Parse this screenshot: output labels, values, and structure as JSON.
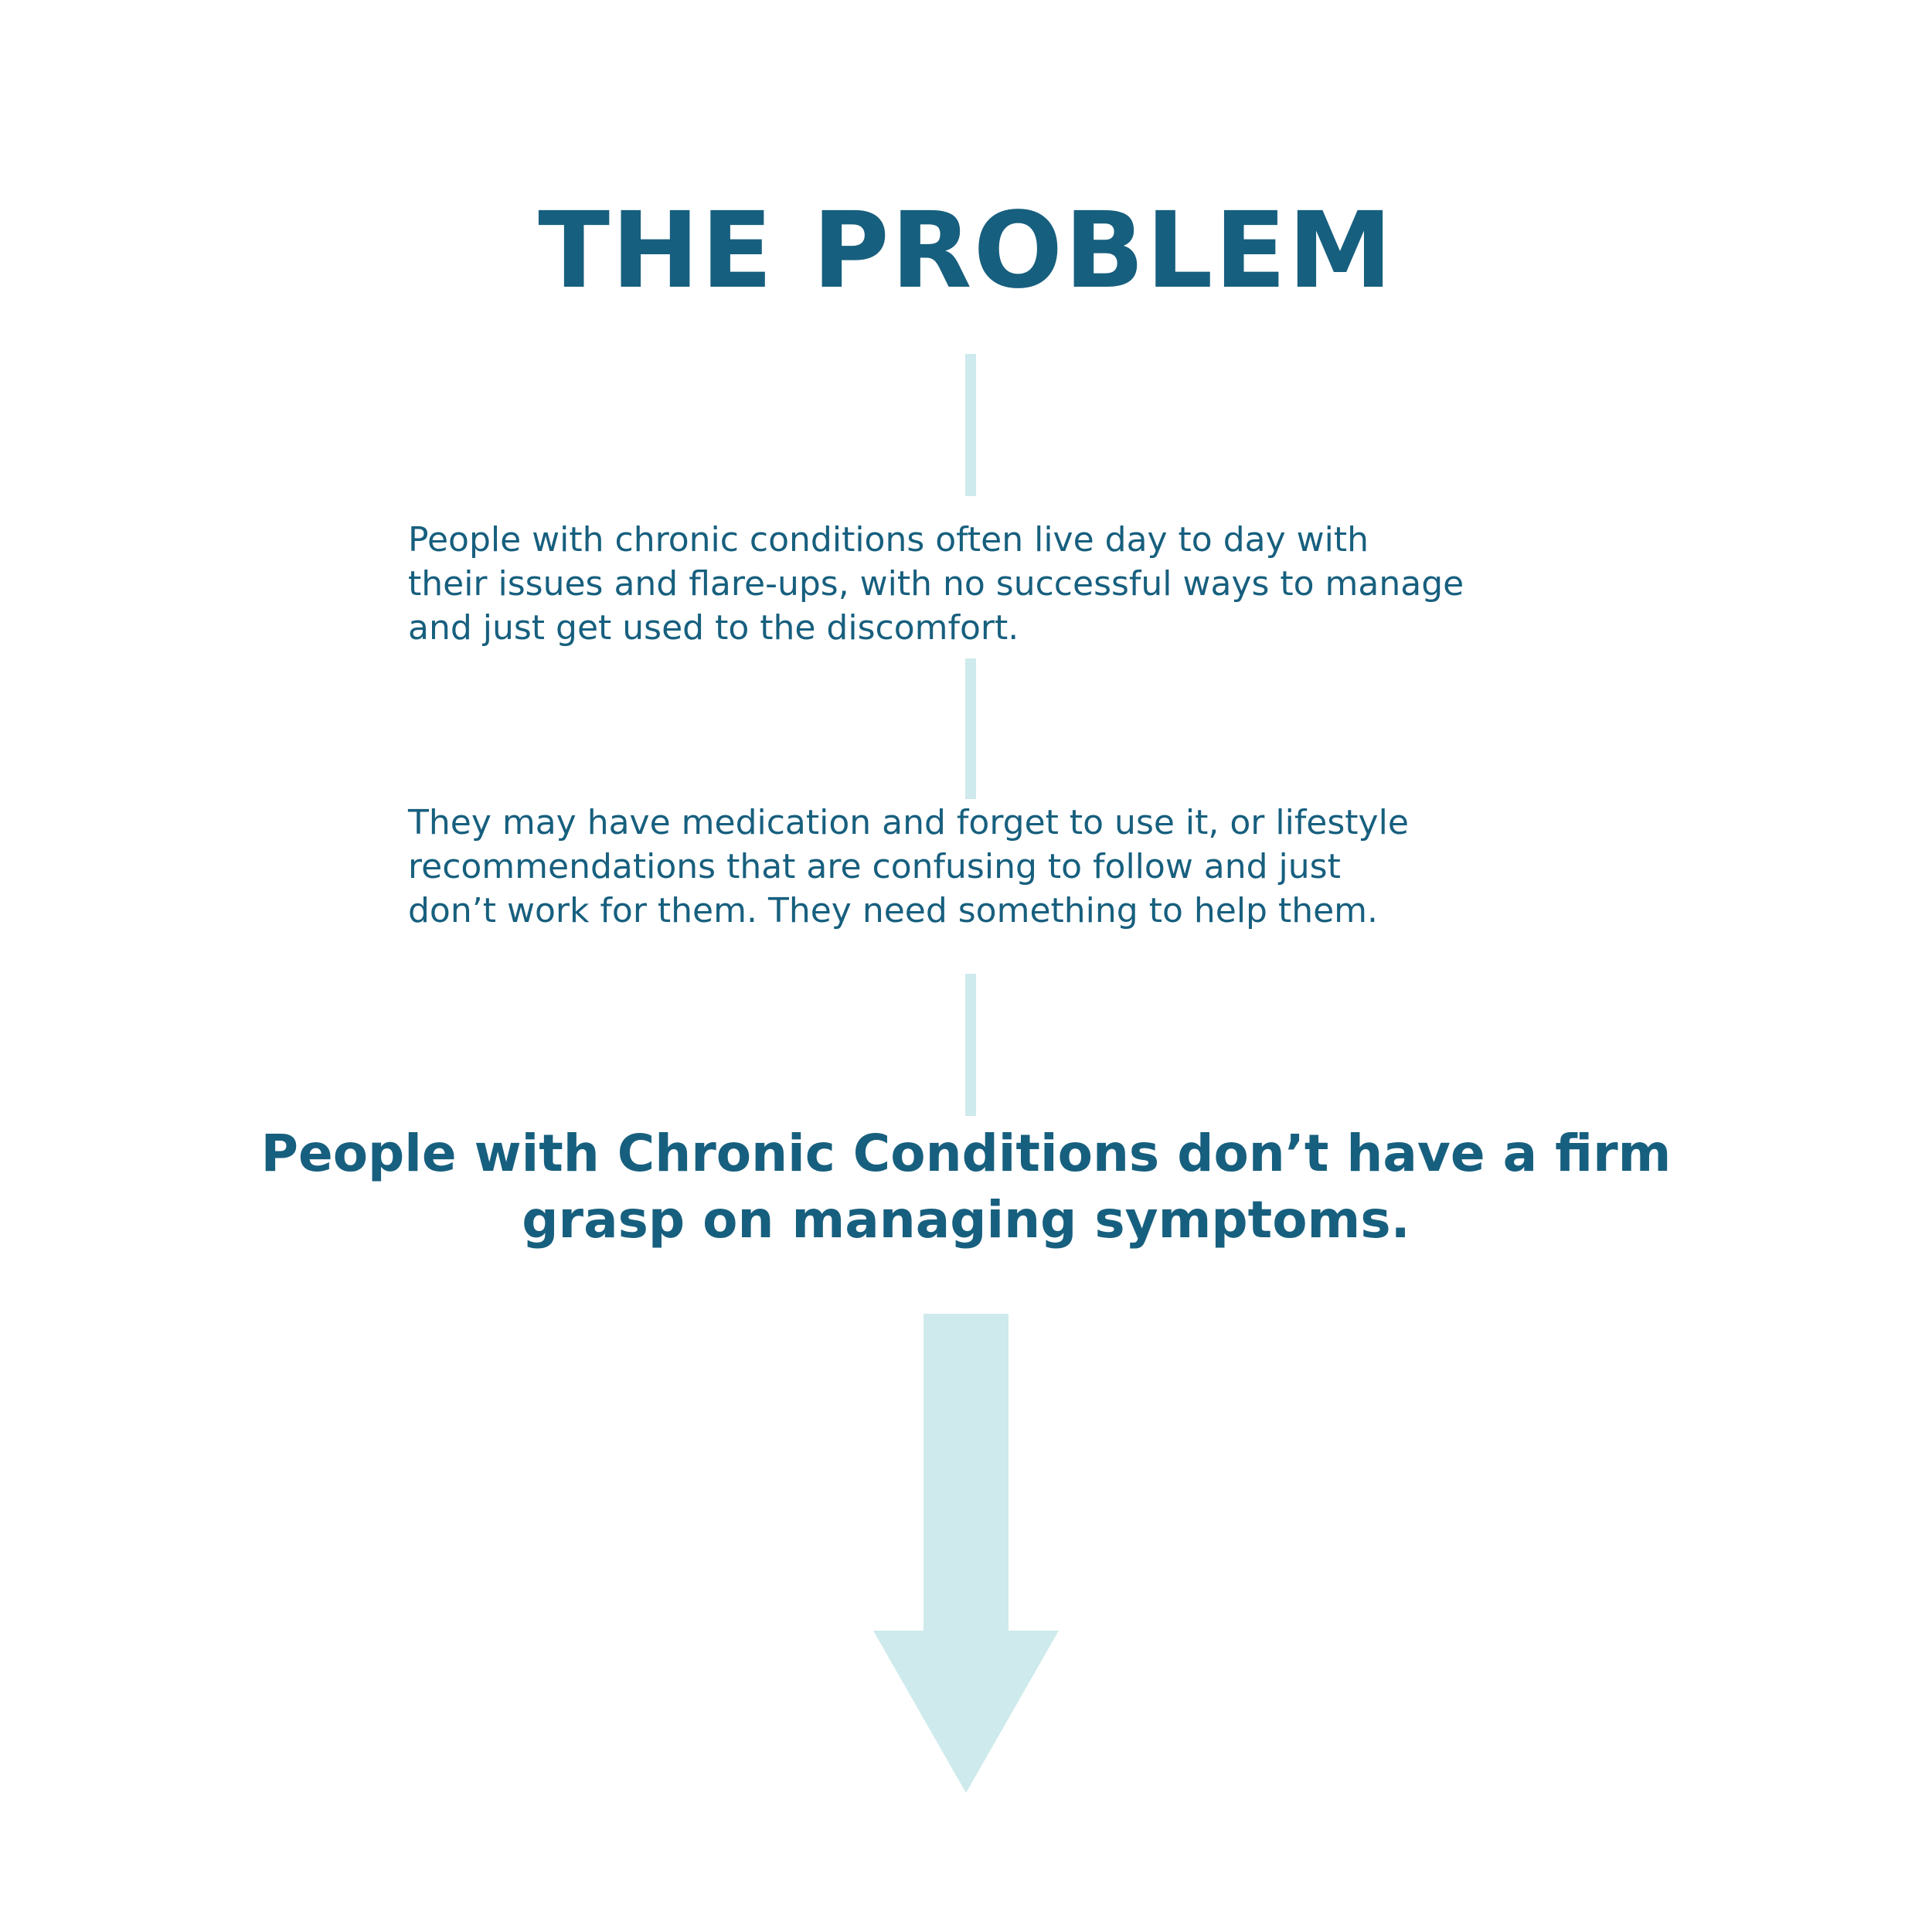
{
  "colors": {
    "primary_text": "#175f7e",
    "accent_light": "#ceeaec",
    "background": "#ffffff"
  },
  "title": "THE PROBLEM",
  "paragraphs": [
    {
      "lines": [
        "People with chronic conditions often live day to day with",
        "their issues and flare-ups, with no successful ways to manage",
        "and just get used to the discomfort."
      ]
    },
    {
      "lines": [
        "They may have medication and forget to use it, or lifestyle",
        "recommendations that are confusing to follow and just",
        "don’t work for them. They need something to help them."
      ]
    }
  ],
  "conclusion": {
    "lines": [
      "People with Chronic Conditions don’t have a firm",
      "grasp on managing symptoms."
    ]
  },
  "icons": {
    "arrow": "arrow-down-icon"
  }
}
